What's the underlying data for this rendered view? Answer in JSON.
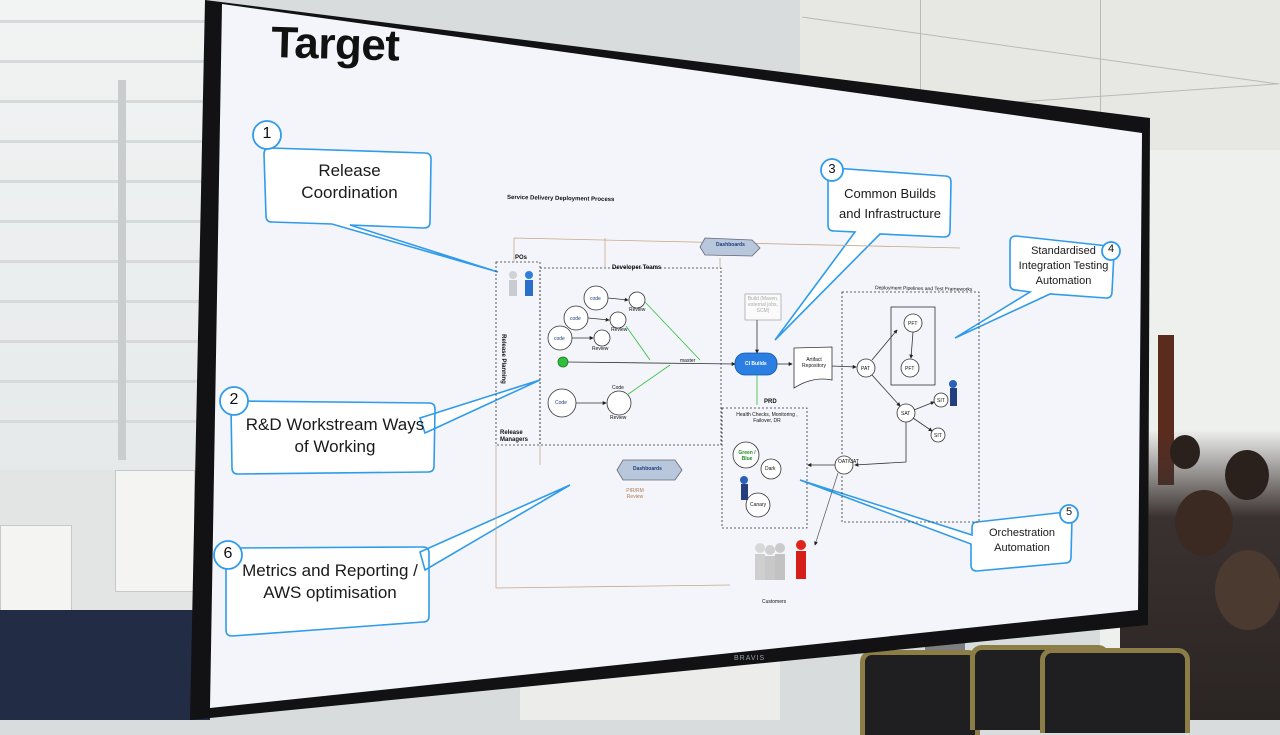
{
  "slide": {
    "title": "Target",
    "callouts": [
      {
        "num": "1",
        "text": "Release Coordination"
      },
      {
        "num": "2",
        "text": "R&D Workstream Ways of Working"
      },
      {
        "num": "3",
        "text": "Common Builds and Infrastructure"
      },
      {
        "num": "4",
        "text": "Standardised Integration Testing Automation"
      },
      {
        "num": "5",
        "text": "Orchestration Automation"
      },
      {
        "num": "6",
        "text": "Metrics and Reporting / AWS optimisation"
      }
    ],
    "diagram": {
      "heading": "Service Delivery Deployment Process",
      "pos": "POs",
      "release_planning": "Release Planning",
      "release_managers": "Release Managers",
      "developer_teams": "Developer Teams",
      "dashboards_top": "Dashboards",
      "dashboards_bottom": "Dashboards",
      "ci_builds": "CI Builds",
      "artifact_repository": "Artifact Repository",
      "deployment_pipelines": "Deployment Pipelines and Test Frameworks",
      "prd": "PRD",
      "health": "Health Checks, Monitoring , Failover, DR",
      "green_blue": "Green / Blue",
      "dark": "Dark",
      "canary": "Canary",
      "customers": "Customers",
      "master": "master",
      "review_labels": [
        "Review",
        "Review",
        "Review",
        "Review"
      ],
      "code_labels": [
        "code",
        "code",
        "code",
        "Code",
        "Code"
      ],
      "env_labels": [
        "PAT",
        "PFT",
        "PFT",
        "SAT",
        "SIT",
        "SIT",
        "OAT/UAT"
      ],
      "pir_review": "PIR/RM Review",
      "faded_note": "Build (Maven, external jobs, SCM)"
    }
  },
  "tv": {
    "brand": "BRAVIS"
  }
}
